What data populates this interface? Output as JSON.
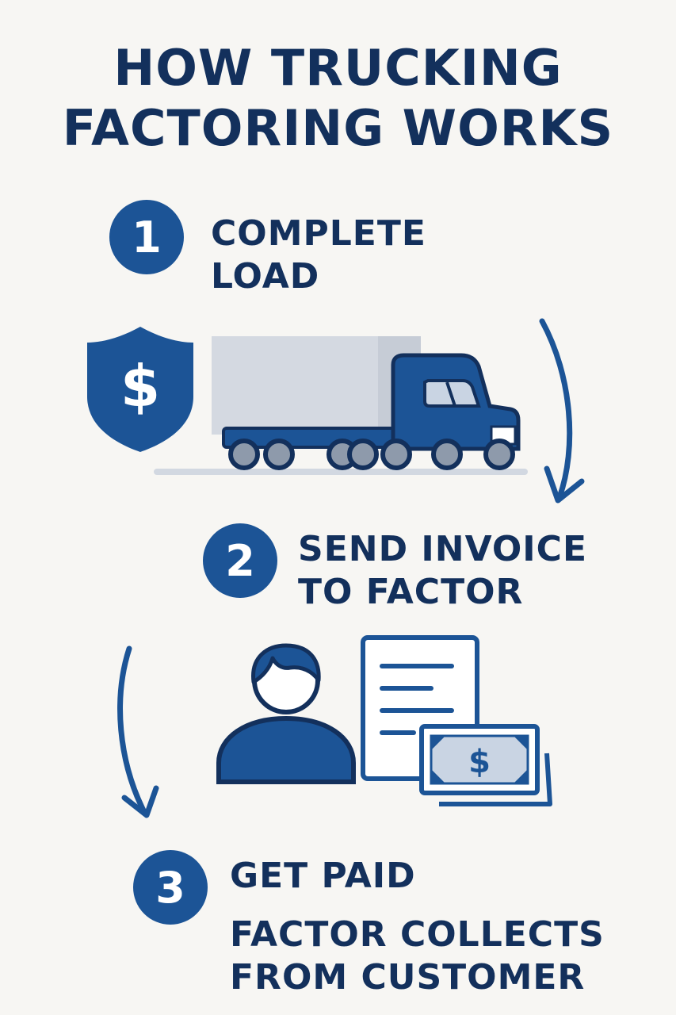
{
  "title": {
    "line1": "HOW TRUCKING",
    "line2": "FACTORING WORKS"
  },
  "steps": [
    {
      "number": "1",
      "line1": "COMPLETE",
      "line2": "LOAD"
    },
    {
      "number": "2",
      "line1": "SEND INVOICE",
      "line2": "TO FACTOR"
    },
    {
      "number": "3",
      "line1": "GET PAID"
    }
  ],
  "note": {
    "line1": "FACTOR COLLECTS",
    "line2": "FROM CUSTOMER"
  },
  "icons": {
    "shield": {
      "symbol": "$"
    },
    "cash": {
      "symbol": "$"
    }
  },
  "colors": {
    "primary": "#1c5496",
    "navy": "#13305c",
    "background": "#f7f6f3"
  }
}
